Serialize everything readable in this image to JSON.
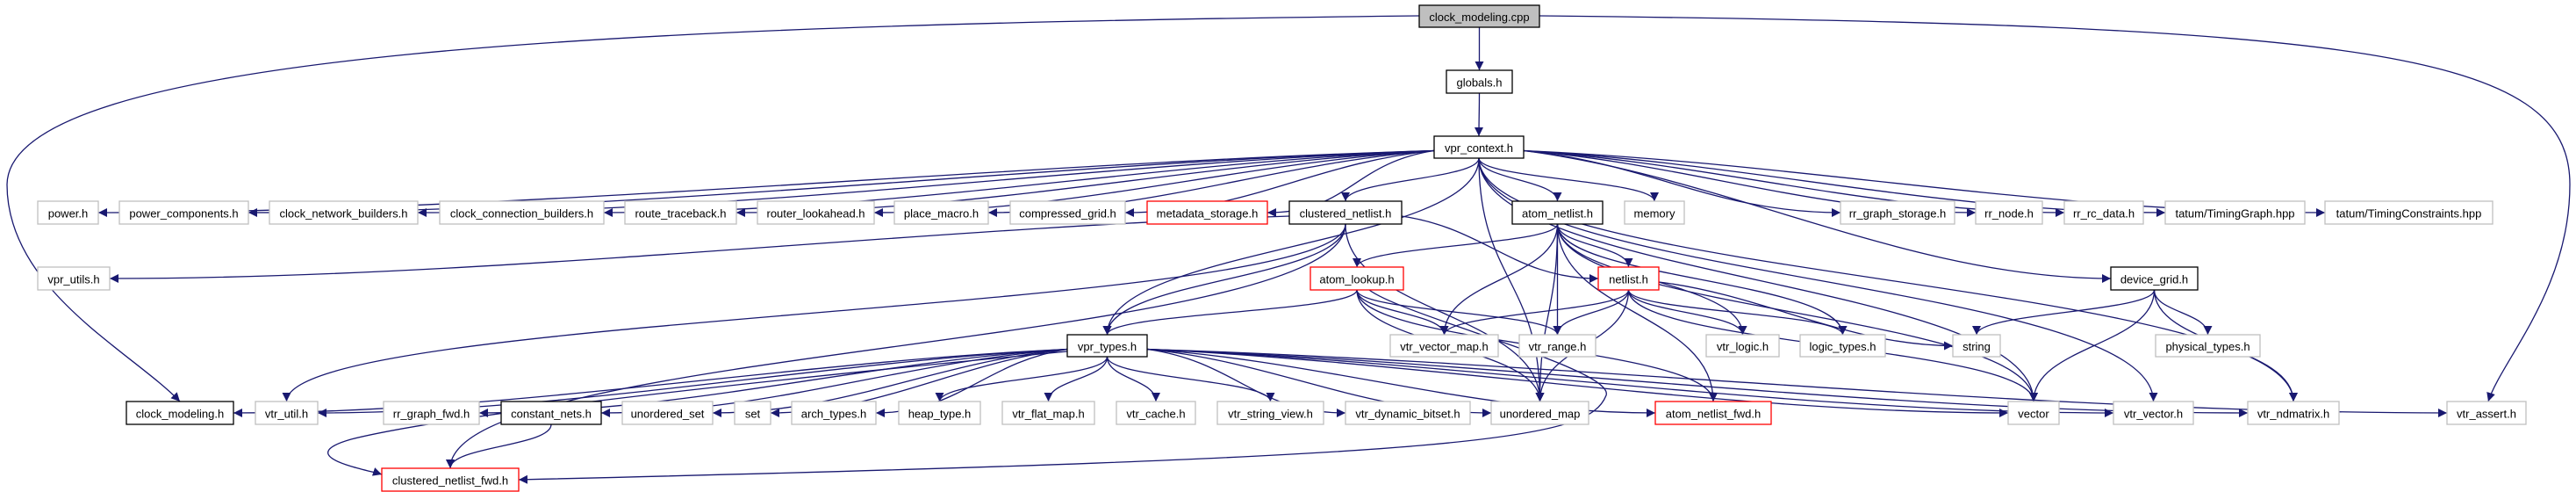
{
  "graph": {
    "edge_color": "#191970",
    "nodes": [
      {
        "id": "root",
        "label": "clock_modeling.cpp",
        "style": "root"
      },
      {
        "id": "globals",
        "label": "globals.h",
        "style": "black"
      },
      {
        "id": "vpr_context",
        "label": "vpr_context.h",
        "style": "black"
      },
      {
        "id": "power",
        "label": "power.h",
        "style": "gray"
      },
      {
        "id": "power_components",
        "label": "power_components.h",
        "style": "gray"
      },
      {
        "id": "clock_network_builders",
        "label": "clock_network_builders.h",
        "style": "gray"
      },
      {
        "id": "clock_connection_builders",
        "label": "clock_connection_builders.h",
        "style": "gray"
      },
      {
        "id": "route_traceback",
        "label": "route_traceback.h",
        "style": "gray"
      },
      {
        "id": "router_lookahead",
        "label": "router_lookahead.h",
        "style": "gray"
      },
      {
        "id": "place_macro",
        "label": "place_macro.h",
        "style": "gray"
      },
      {
        "id": "compressed_grid",
        "label": "compressed_grid.h",
        "style": "gray"
      },
      {
        "id": "metadata_storage",
        "label": "metadata_storage.h",
        "style": "red"
      },
      {
        "id": "clustered_netlist",
        "label": "clustered_netlist.h",
        "style": "black"
      },
      {
        "id": "atom_netlist",
        "label": "atom_netlist.h",
        "style": "black"
      },
      {
        "id": "memory",
        "label": "memory",
        "style": "gray"
      },
      {
        "id": "rr_graph_storage",
        "label": "rr_graph_storage.h",
        "style": "gray"
      },
      {
        "id": "rr_node",
        "label": "rr_node.h",
        "style": "gray"
      },
      {
        "id": "rr_rc_data",
        "label": "rr_rc_data.h",
        "style": "gray"
      },
      {
        "id": "timing_graph",
        "label": "tatum/TimingGraph.hpp",
        "style": "gray"
      },
      {
        "id": "timing_constraints",
        "label": "tatum/TimingConstraints.hpp",
        "style": "gray"
      },
      {
        "id": "vpr_utils",
        "label": "vpr_utils.h",
        "style": "gray"
      },
      {
        "id": "atom_lookup",
        "label": "atom_lookup.h",
        "style": "red"
      },
      {
        "id": "netlist",
        "label": "netlist.h",
        "style": "red"
      },
      {
        "id": "device_grid",
        "label": "device_grid.h",
        "style": "black"
      },
      {
        "id": "vpr_types",
        "label": "vpr_types.h",
        "style": "black"
      },
      {
        "id": "vtr_vector_map",
        "label": "vtr_vector_map.h",
        "style": "gray"
      },
      {
        "id": "vtr_range",
        "label": "vtr_range.h",
        "style": "gray"
      },
      {
        "id": "vtr_logic",
        "label": "vtr_logic.h",
        "style": "gray"
      },
      {
        "id": "logic_types",
        "label": "logic_types.h",
        "style": "gray"
      },
      {
        "id": "string",
        "label": "string",
        "style": "gray"
      },
      {
        "id": "physical_types",
        "label": "physical_types.h",
        "style": "gray"
      },
      {
        "id": "clock_modeling_h",
        "label": "clock_modeling.h",
        "style": "black"
      },
      {
        "id": "vtr_util",
        "label": "vtr_util.h",
        "style": "gray"
      },
      {
        "id": "rr_graph_fwd",
        "label": "rr_graph_fwd.h",
        "style": "gray"
      },
      {
        "id": "constant_nets",
        "label": "constant_nets.h",
        "style": "black"
      },
      {
        "id": "unordered_set",
        "label": "unordered_set",
        "style": "gray"
      },
      {
        "id": "set",
        "label": "set",
        "style": "gray"
      },
      {
        "id": "arch_types",
        "label": "arch_types.h",
        "style": "gray"
      },
      {
        "id": "heap_type",
        "label": "heap_type.h",
        "style": "gray"
      },
      {
        "id": "vtr_flat_map",
        "label": "vtr_flat_map.h",
        "style": "gray"
      },
      {
        "id": "vtr_cache",
        "label": "vtr_cache.h",
        "style": "gray"
      },
      {
        "id": "vtr_string_view",
        "label": "vtr_string_view.h",
        "style": "gray"
      },
      {
        "id": "vtr_dynamic_bitset",
        "label": "vtr_dynamic_bitset.h",
        "style": "gray"
      },
      {
        "id": "unordered_map",
        "label": "unordered_map",
        "style": "gray"
      },
      {
        "id": "atom_netlist_fwd",
        "label": "atom_netlist_fwd.h",
        "style": "red"
      },
      {
        "id": "vector",
        "label": "vector",
        "style": "gray"
      },
      {
        "id": "vtr_vector",
        "label": "vtr_vector.h",
        "style": "gray"
      },
      {
        "id": "vtr_ndmatrix",
        "label": "vtr_ndmatrix.h",
        "style": "gray"
      },
      {
        "id": "vtr_assert",
        "label": "vtr_assert.h",
        "style": "gray"
      },
      {
        "id": "clustered_netlist_fwd",
        "label": "clustered_netlist_fwd.h",
        "style": "red"
      }
    ],
    "edges": [
      [
        "root",
        "globals"
      ],
      [
        "root",
        "clock_modeling_h"
      ],
      [
        "root",
        "vtr_assert"
      ],
      [
        "globals",
        "vpr_context"
      ],
      [
        "vpr_context",
        "power"
      ],
      [
        "vpr_context",
        "power_components"
      ],
      [
        "vpr_context",
        "clock_network_builders"
      ],
      [
        "vpr_context",
        "clock_connection_builders"
      ],
      [
        "vpr_context",
        "route_traceback"
      ],
      [
        "vpr_context",
        "router_lookahead"
      ],
      [
        "vpr_context",
        "place_macro"
      ],
      [
        "vpr_context",
        "compressed_grid"
      ],
      [
        "vpr_context",
        "metadata_storage"
      ],
      [
        "vpr_context",
        "clustered_netlist"
      ],
      [
        "vpr_context",
        "atom_netlist"
      ],
      [
        "vpr_context",
        "memory"
      ],
      [
        "vpr_context",
        "rr_graph_storage"
      ],
      [
        "vpr_context",
        "rr_node"
      ],
      [
        "vpr_context",
        "rr_rc_data"
      ],
      [
        "vpr_context",
        "timing_graph"
      ],
      [
        "vpr_context",
        "timing_constraints"
      ],
      [
        "vpr_context",
        "vpr_types"
      ],
      [
        "vpr_context",
        "device_grid"
      ],
      [
        "vpr_context",
        "vector"
      ],
      [
        "vpr_context",
        "vtr_ndmatrix"
      ],
      [
        "vpr_context",
        "unordered_map"
      ],
      [
        "vpr_context",
        "vtr_vector"
      ],
      [
        "clustered_netlist",
        "vpr_utils"
      ],
      [
        "clustered_netlist",
        "vpr_types"
      ],
      [
        "clustered_netlist",
        "vtr_util"
      ],
      [
        "clustered_netlist",
        "clustered_netlist_fwd"
      ],
      [
        "clustered_netlist",
        "netlist"
      ],
      [
        "clustered_netlist",
        "unordered_map"
      ],
      [
        "atom_netlist",
        "atom_lookup"
      ],
      [
        "atom_netlist",
        "netlist"
      ],
      [
        "atom_netlist",
        "vtr_vector_map"
      ],
      [
        "atom_netlist",
        "vtr_range"
      ],
      [
        "atom_netlist",
        "vtr_logic"
      ],
      [
        "atom_netlist",
        "logic_types"
      ],
      [
        "atom_netlist",
        "vector"
      ],
      [
        "atom_netlist",
        "atom_netlist_fwd"
      ],
      [
        "atom_netlist",
        "unordered_map"
      ],
      [
        "atom_lookup",
        "vpr_types"
      ],
      [
        "atom_lookup",
        "vtr_vector_map"
      ],
      [
        "atom_lookup",
        "vtr_range"
      ],
      [
        "atom_lookup",
        "unordered_map"
      ],
      [
        "atom_lookup",
        "atom_netlist_fwd"
      ],
      [
        "atom_lookup",
        "clustered_netlist_fwd"
      ],
      [
        "netlist",
        "vtr_vector_map"
      ],
      [
        "netlist",
        "vtr_range"
      ],
      [
        "netlist",
        "vtr_logic"
      ],
      [
        "netlist",
        "logic_types"
      ],
      [
        "netlist",
        "string"
      ],
      [
        "netlist",
        "unordered_map"
      ],
      [
        "netlist",
        "vector"
      ],
      [
        "device_grid",
        "string"
      ],
      [
        "device_grid",
        "vector"
      ],
      [
        "device_grid",
        "physical_types"
      ],
      [
        "device_grid",
        "vtr_ndmatrix"
      ],
      [
        "vpr_types",
        "clock_modeling_h"
      ],
      [
        "vpr_types",
        "vtr_util"
      ],
      [
        "vpr_types",
        "rr_graph_fwd"
      ],
      [
        "vpr_types",
        "constant_nets"
      ],
      [
        "vpr_types",
        "unordered_set"
      ],
      [
        "vpr_types",
        "set"
      ],
      [
        "vpr_types",
        "arch_types"
      ],
      [
        "vpr_types",
        "heap_type"
      ],
      [
        "vpr_types",
        "vtr_flat_map"
      ],
      [
        "vpr_types",
        "vtr_cache"
      ],
      [
        "vpr_types",
        "vtr_string_view"
      ],
      [
        "vpr_types",
        "vtr_dynamic_bitset"
      ],
      [
        "vpr_types",
        "unordered_map"
      ],
      [
        "vpr_types",
        "atom_netlist_fwd"
      ],
      [
        "vpr_types",
        "vector"
      ],
      [
        "vpr_types",
        "vtr_vector"
      ],
      [
        "vpr_types",
        "vtr_ndmatrix"
      ],
      [
        "vpr_types",
        "vtr_assert"
      ],
      [
        "vpr_types",
        "clustered_netlist_fwd"
      ],
      [
        "constant_nets",
        "clustered_netlist_fwd"
      ]
    ]
  }
}
